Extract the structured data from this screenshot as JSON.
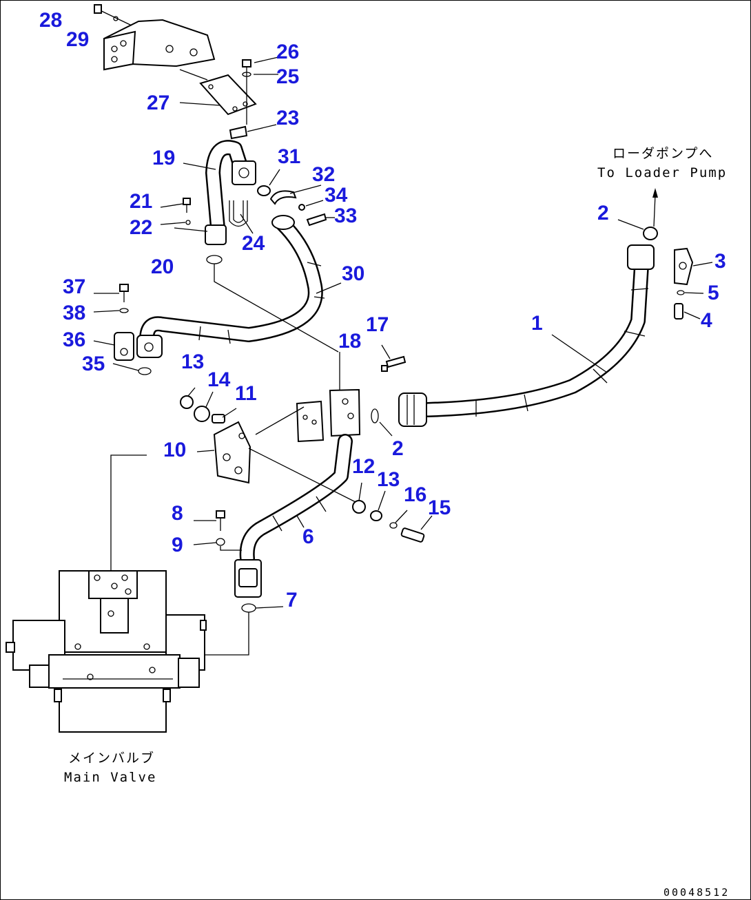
{
  "callouts": [
    {
      "id": "c28",
      "label": "28"
    },
    {
      "id": "c29",
      "label": "29"
    },
    {
      "id": "c26",
      "label": "26"
    },
    {
      "id": "c25",
      "label": "25"
    },
    {
      "id": "c27",
      "label": "27"
    },
    {
      "id": "c23",
      "label": "23"
    },
    {
      "id": "c19",
      "label": "19"
    },
    {
      "id": "c31",
      "label": "31"
    },
    {
      "id": "c32",
      "label": "32"
    },
    {
      "id": "c34",
      "label": "34"
    },
    {
      "id": "c33",
      "label": "33"
    },
    {
      "id": "c21",
      "label": "21"
    },
    {
      "id": "c22",
      "label": "22"
    },
    {
      "id": "c24",
      "label": "24"
    },
    {
      "id": "c20",
      "label": "20"
    },
    {
      "id": "c30",
      "label": "30"
    },
    {
      "id": "c37",
      "label": "37"
    },
    {
      "id": "c38",
      "label": "38"
    },
    {
      "id": "c36",
      "label": "36"
    },
    {
      "id": "c35",
      "label": "35"
    },
    {
      "id": "c13a",
      "label": "13"
    },
    {
      "id": "c14",
      "label": "14"
    },
    {
      "id": "c11",
      "label": "11"
    },
    {
      "id": "c10",
      "label": "10"
    },
    {
      "id": "c18",
      "label": "18"
    },
    {
      "id": "c17",
      "label": "17"
    },
    {
      "id": "c2a",
      "label": "2"
    },
    {
      "id": "c2b",
      "label": "2"
    },
    {
      "id": "c3",
      "label": "3"
    },
    {
      "id": "c5",
      "label": "5"
    },
    {
      "id": "c4",
      "label": "4"
    },
    {
      "id": "c1",
      "label": "1"
    },
    {
      "id": "c12",
      "label": "12"
    },
    {
      "id": "c13b",
      "label": "13"
    },
    {
      "id": "c16",
      "label": "16"
    },
    {
      "id": "c15",
      "label": "15"
    },
    {
      "id": "c8",
      "label": "8"
    },
    {
      "id": "c9",
      "label": "9"
    },
    {
      "id": "c6",
      "label": "6"
    },
    {
      "id": "c7",
      "label": "7"
    }
  ],
  "notes": {
    "loader_pump_jp": "ローダポンプへ",
    "loader_pump_en": "To Loader Pump",
    "main_valve_jp": "メインバルブ",
    "main_valve_en": "Main Valve"
  },
  "document_number": "00048512",
  "colors": {
    "callout": "#1a1adc",
    "line": "#000000",
    "background": "#ffffff"
  }
}
